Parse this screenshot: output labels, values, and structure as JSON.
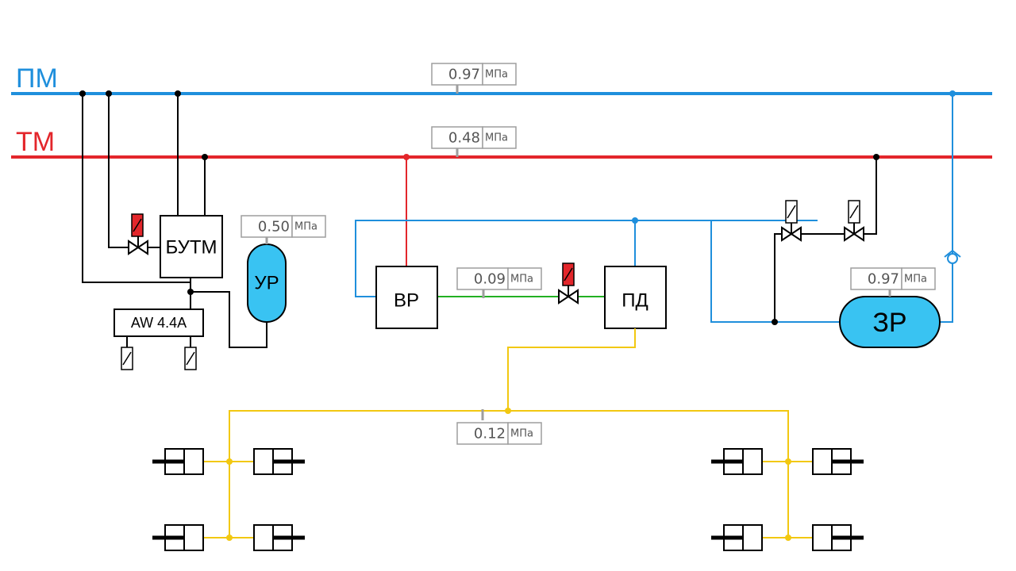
{
  "lines": {
    "pm": {
      "label": "ПМ",
      "color": "#1f8fdc"
    },
    "tm": {
      "label": "ТМ",
      "color": "#e3262b"
    }
  },
  "colors": {
    "brake_pipe_branch": "#e3262b",
    "supply_air": "#1f8fdc",
    "control_line": "#22b022",
    "brake_cylinder_line": "#f2c811",
    "tank_fill": "#39c3f2",
    "solenoid_red": "#e3262b"
  },
  "units": {
    "pressure": "МПа"
  },
  "gauges": {
    "pm": {
      "value": "0.97"
    },
    "tm": {
      "value": "0.48"
    },
    "ur": {
      "value": "0.50"
    },
    "vr_out": {
      "value": "0.09"
    },
    "zr": {
      "value": "0.97"
    },
    "cylinders": {
      "value": "0.12"
    }
  },
  "components": {
    "butm": {
      "label": "БУТМ"
    },
    "aw": {
      "label": "AW 4.4A"
    },
    "ur": {
      "label": "УР"
    },
    "vr": {
      "label": "ВР"
    },
    "pd": {
      "label": "ПД"
    },
    "zr": {
      "label": "ЗР"
    }
  },
  "icons": {
    "valve": "gate-valve-icon",
    "solenoid": "solenoid-coil-icon",
    "check_valve": "check-valve-icon",
    "cylinder": "brake-cylinder-icon"
  }
}
